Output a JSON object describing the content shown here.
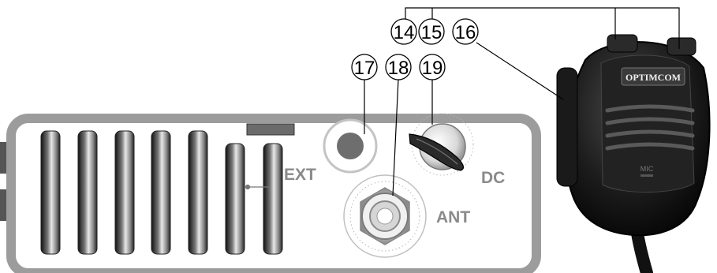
{
  "callouts": {
    "n14": "14",
    "n15": "15",
    "n16": "16",
    "n17": "17",
    "n18": "18",
    "n19": "19"
  },
  "panel_labels": {
    "ext": "EXT",
    "dc": "DC",
    "ant": "ANT"
  },
  "microphone": {
    "brand": "OPTIMCOM",
    "mic_label": "MIC"
  }
}
